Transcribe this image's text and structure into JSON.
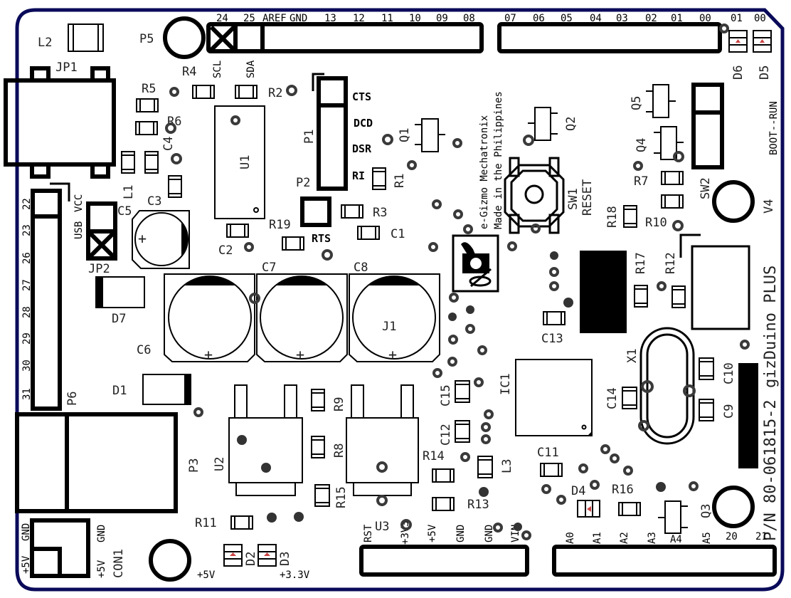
{
  "board": {
    "name": "gizDuino PLUS",
    "part_number": "P/N 80-061815-2",
    "maker_line1": "e-Gizmo Mechatronix",
    "maker_line2": "Made in the Philippines",
    "version": "V4",
    "switch_mode": "BOOT--RUN",
    "reset_label": "RESET",
    "colors": {
      "edge": "#0a0a5a",
      "silkscreen": "#000000",
      "label": "#222222",
      "origin_marker": "#e6e64a",
      "pin1_marker": "#e05030",
      "via": "#3a3a3a"
    }
  },
  "header_top_left": {
    "pins": [
      "24",
      "25",
      "AREF",
      "GND",
      "13",
      "12",
      "11",
      "10",
      "09",
      "08"
    ],
    "sub_labels": [
      "SCL",
      "SDA"
    ]
  },
  "header_top_right": {
    "pins": [
      "07",
      "06",
      "05",
      "04",
      "03",
      "02",
      "01",
      "00"
    ]
  },
  "led_pins_top": [
    "01",
    "00"
  ],
  "header_left_p6": {
    "ref": "P6",
    "pins": [
      "22",
      "23",
      "26",
      "27",
      "28",
      "29",
      "30",
      "31"
    ]
  },
  "header_bottom_power": {
    "ref": "U3",
    "pins": [
      "RST",
      "+3V3",
      "+5V",
      "GND",
      "GND",
      "VIN"
    ]
  },
  "header_bottom_analog": {
    "pins": [
      "A0",
      "A1",
      "A2",
      "A3",
      "A4",
      "A5",
      "20",
      "21"
    ]
  },
  "serial_header_p1": {
    "ref": "P1",
    "pins": [
      "CTS",
      "DCD",
      "DSR",
      "RI"
    ],
    "p2_label": "RTS"
  },
  "power_connector": {
    "ref": "CON1",
    "labels_left": [
      "GND",
      "+5V"
    ],
    "labels_right": [
      "GND",
      "+5V"
    ]
  },
  "jumper_jp2": {
    "ref": "JP2",
    "labels": [
      "USB",
      "VCC"
    ]
  },
  "power_leds": {
    "d2": "+5V",
    "d3": "+3.3V"
  },
  "components": {
    "L2": "L2",
    "P5": "P5",
    "JP1": "JP1",
    "R4": "R4",
    "R5": "R5",
    "R6": "R6",
    "R2": "R2",
    "C4": "C4",
    "L1": "L1",
    "C3": "C3",
    "C5": "C5",
    "U1": "U1",
    "P2": "P2",
    "R19": "R19",
    "C2": "C2",
    "R3": "R3",
    "C1": "C1",
    "R1": "R1",
    "Q1": "Q1",
    "Q2": "Q2",
    "SW1": "SW1",
    "Q5": "Q5",
    "Q4": "Q4",
    "R7": "R7",
    "R18": "R18",
    "R10": "R10",
    "SW2": "SW2",
    "D6": "D6",
    "D5": "D5",
    "R17": "R17",
    "R12": "R12",
    "D7": "D7",
    "C6": "C6",
    "C7": "C7",
    "C8": "C8",
    "J1": "J1",
    "C13": "C13",
    "X1": "X1",
    "C10": "C10",
    "C9": "C9",
    "C14": "C14",
    "IC1": "IC1",
    "C15": "C15",
    "C12": "C12",
    "D1": "D1",
    "R9": "R9",
    "R8": "R8",
    "R15": "R15",
    "R14": "R14",
    "L3": "L3",
    "R13": "R13",
    "P3": "P3",
    "U2": "U2",
    "R11": "R11",
    "D2": "D2",
    "D3": "D3",
    "C11": "C11",
    "D4": "D4",
    "R16": "R16",
    "Q3": "Q3"
  }
}
